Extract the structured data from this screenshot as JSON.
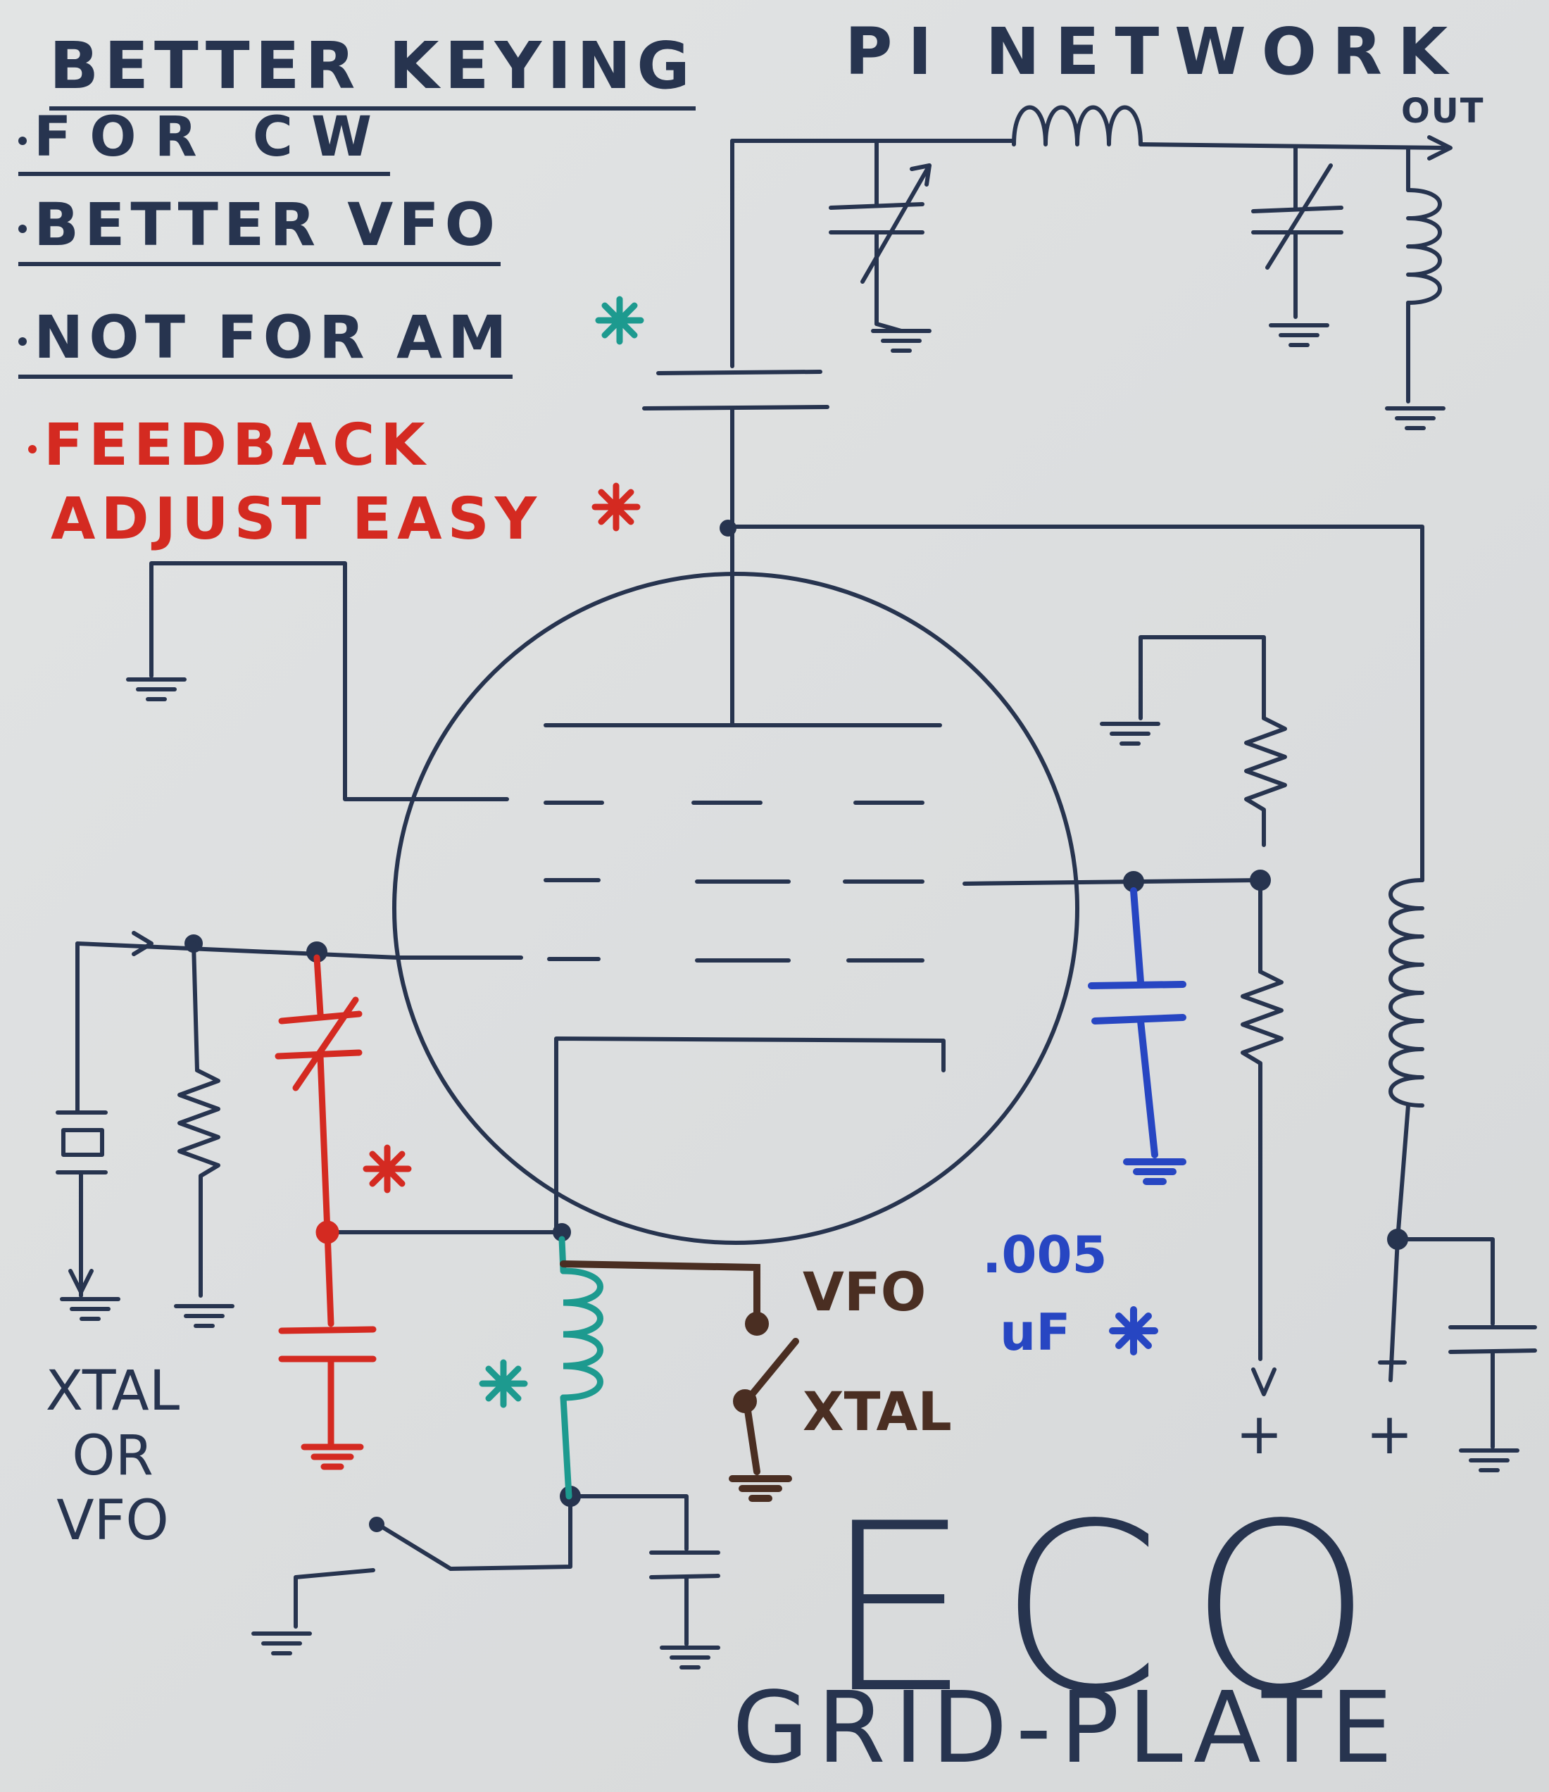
{
  "board": {
    "title_line1": "BETTER KEYING",
    "title_pi": "PI NETWORK",
    "bullets": [
      {
        "text": "FOR CW",
        "color": "#27344f"
      },
      {
        "text": "BETTER VFO",
        "color": "#27344f"
      },
      {
        "text": "NOT FOR AM",
        "color": "#27344f"
      },
      {
        "text": "FEEDBACK",
        "color": "#d42a21"
      },
      {
        "text": "ADJUST EASY",
        "color": "#d42a21"
      }
    ],
    "out_label": "OUT",
    "xtal_label_lines": [
      "XTAL",
      "OR",
      "VFO"
    ],
    "switch_label_top": "VFO",
    "switch_label_bottom": "XTAL",
    "cap_value_line1": ".005",
    "cap_value_line2": "uF",
    "plus_1": "+",
    "plus_2": "+",
    "big_title": "ECO",
    "subtitle": "GRID-PLATE",
    "colors": {
      "ink_navy": "#27344f",
      "ink_red": "#d42a21",
      "ink_teal": "#1d9a8f",
      "ink_brown": "#4a2e22",
      "ink_blue": "#2746c2"
    },
    "icons": [
      "asterisk-teal",
      "asterisk-red",
      "ground-symbol",
      "variable-capacitor",
      "inductor-coil",
      "resistor-zigzag",
      "crystal",
      "vacuum-tube",
      "switch"
    ]
  }
}
